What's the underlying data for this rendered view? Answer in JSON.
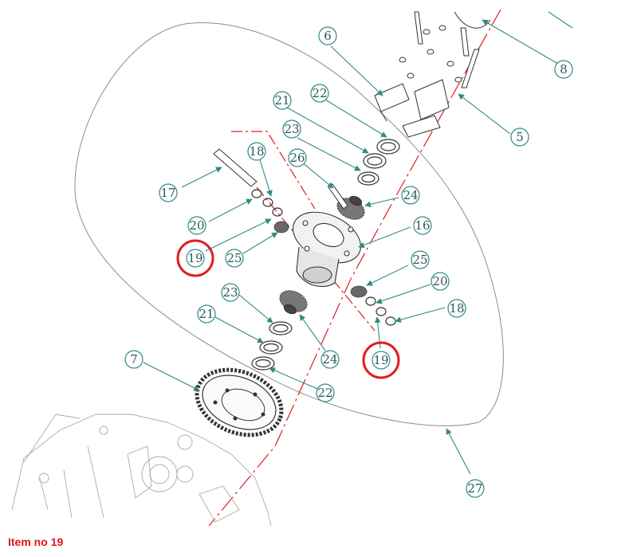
{
  "caption": "Item no 19",
  "colors": {
    "callout": "#2e8b85",
    "highlight": "#e31b23",
    "centerline": "#e31b23",
    "part": "#333333"
  },
  "callouts": [
    {
      "id": "c6",
      "label": "6",
      "highlighted": false
    },
    {
      "id": "c8",
      "label": "8",
      "highlighted": false
    },
    {
      "id": "c5",
      "label": "5",
      "highlighted": false
    },
    {
      "id": "c21a",
      "label": "21",
      "highlighted": false
    },
    {
      "id": "c22a",
      "label": "22",
      "highlighted": false
    },
    {
      "id": "c23a",
      "label": "23",
      "highlighted": false
    },
    {
      "id": "c18a",
      "label": "18",
      "highlighted": false
    },
    {
      "id": "c26",
      "label": "26",
      "highlighted": false
    },
    {
      "id": "c17",
      "label": "17",
      "highlighted": false
    },
    {
      "id": "c24a",
      "label": "24",
      "highlighted": false
    },
    {
      "id": "c20a",
      "label": "20",
      "highlighted": false
    },
    {
      "id": "c16",
      "label": "16",
      "highlighted": false
    },
    {
      "id": "c19a",
      "label": "19",
      "highlighted": true
    },
    {
      "id": "c25a",
      "label": "25",
      "highlighted": false
    },
    {
      "id": "c25b",
      "label": "25",
      "highlighted": false
    },
    {
      "id": "c23b",
      "label": "23",
      "highlighted": false
    },
    {
      "id": "c20b",
      "label": "20",
      "highlighted": false
    },
    {
      "id": "c21b",
      "label": "21",
      "highlighted": false
    },
    {
      "id": "c18b",
      "label": "18",
      "highlighted": false
    },
    {
      "id": "c7",
      "label": "7",
      "highlighted": false
    },
    {
      "id": "c24b",
      "label": "24",
      "highlighted": false
    },
    {
      "id": "c19b",
      "label": "19",
      "highlighted": true
    },
    {
      "id": "c22b",
      "label": "22",
      "highlighted": false
    },
    {
      "id": "c27",
      "label": "27",
      "highlighted": false
    }
  ]
}
